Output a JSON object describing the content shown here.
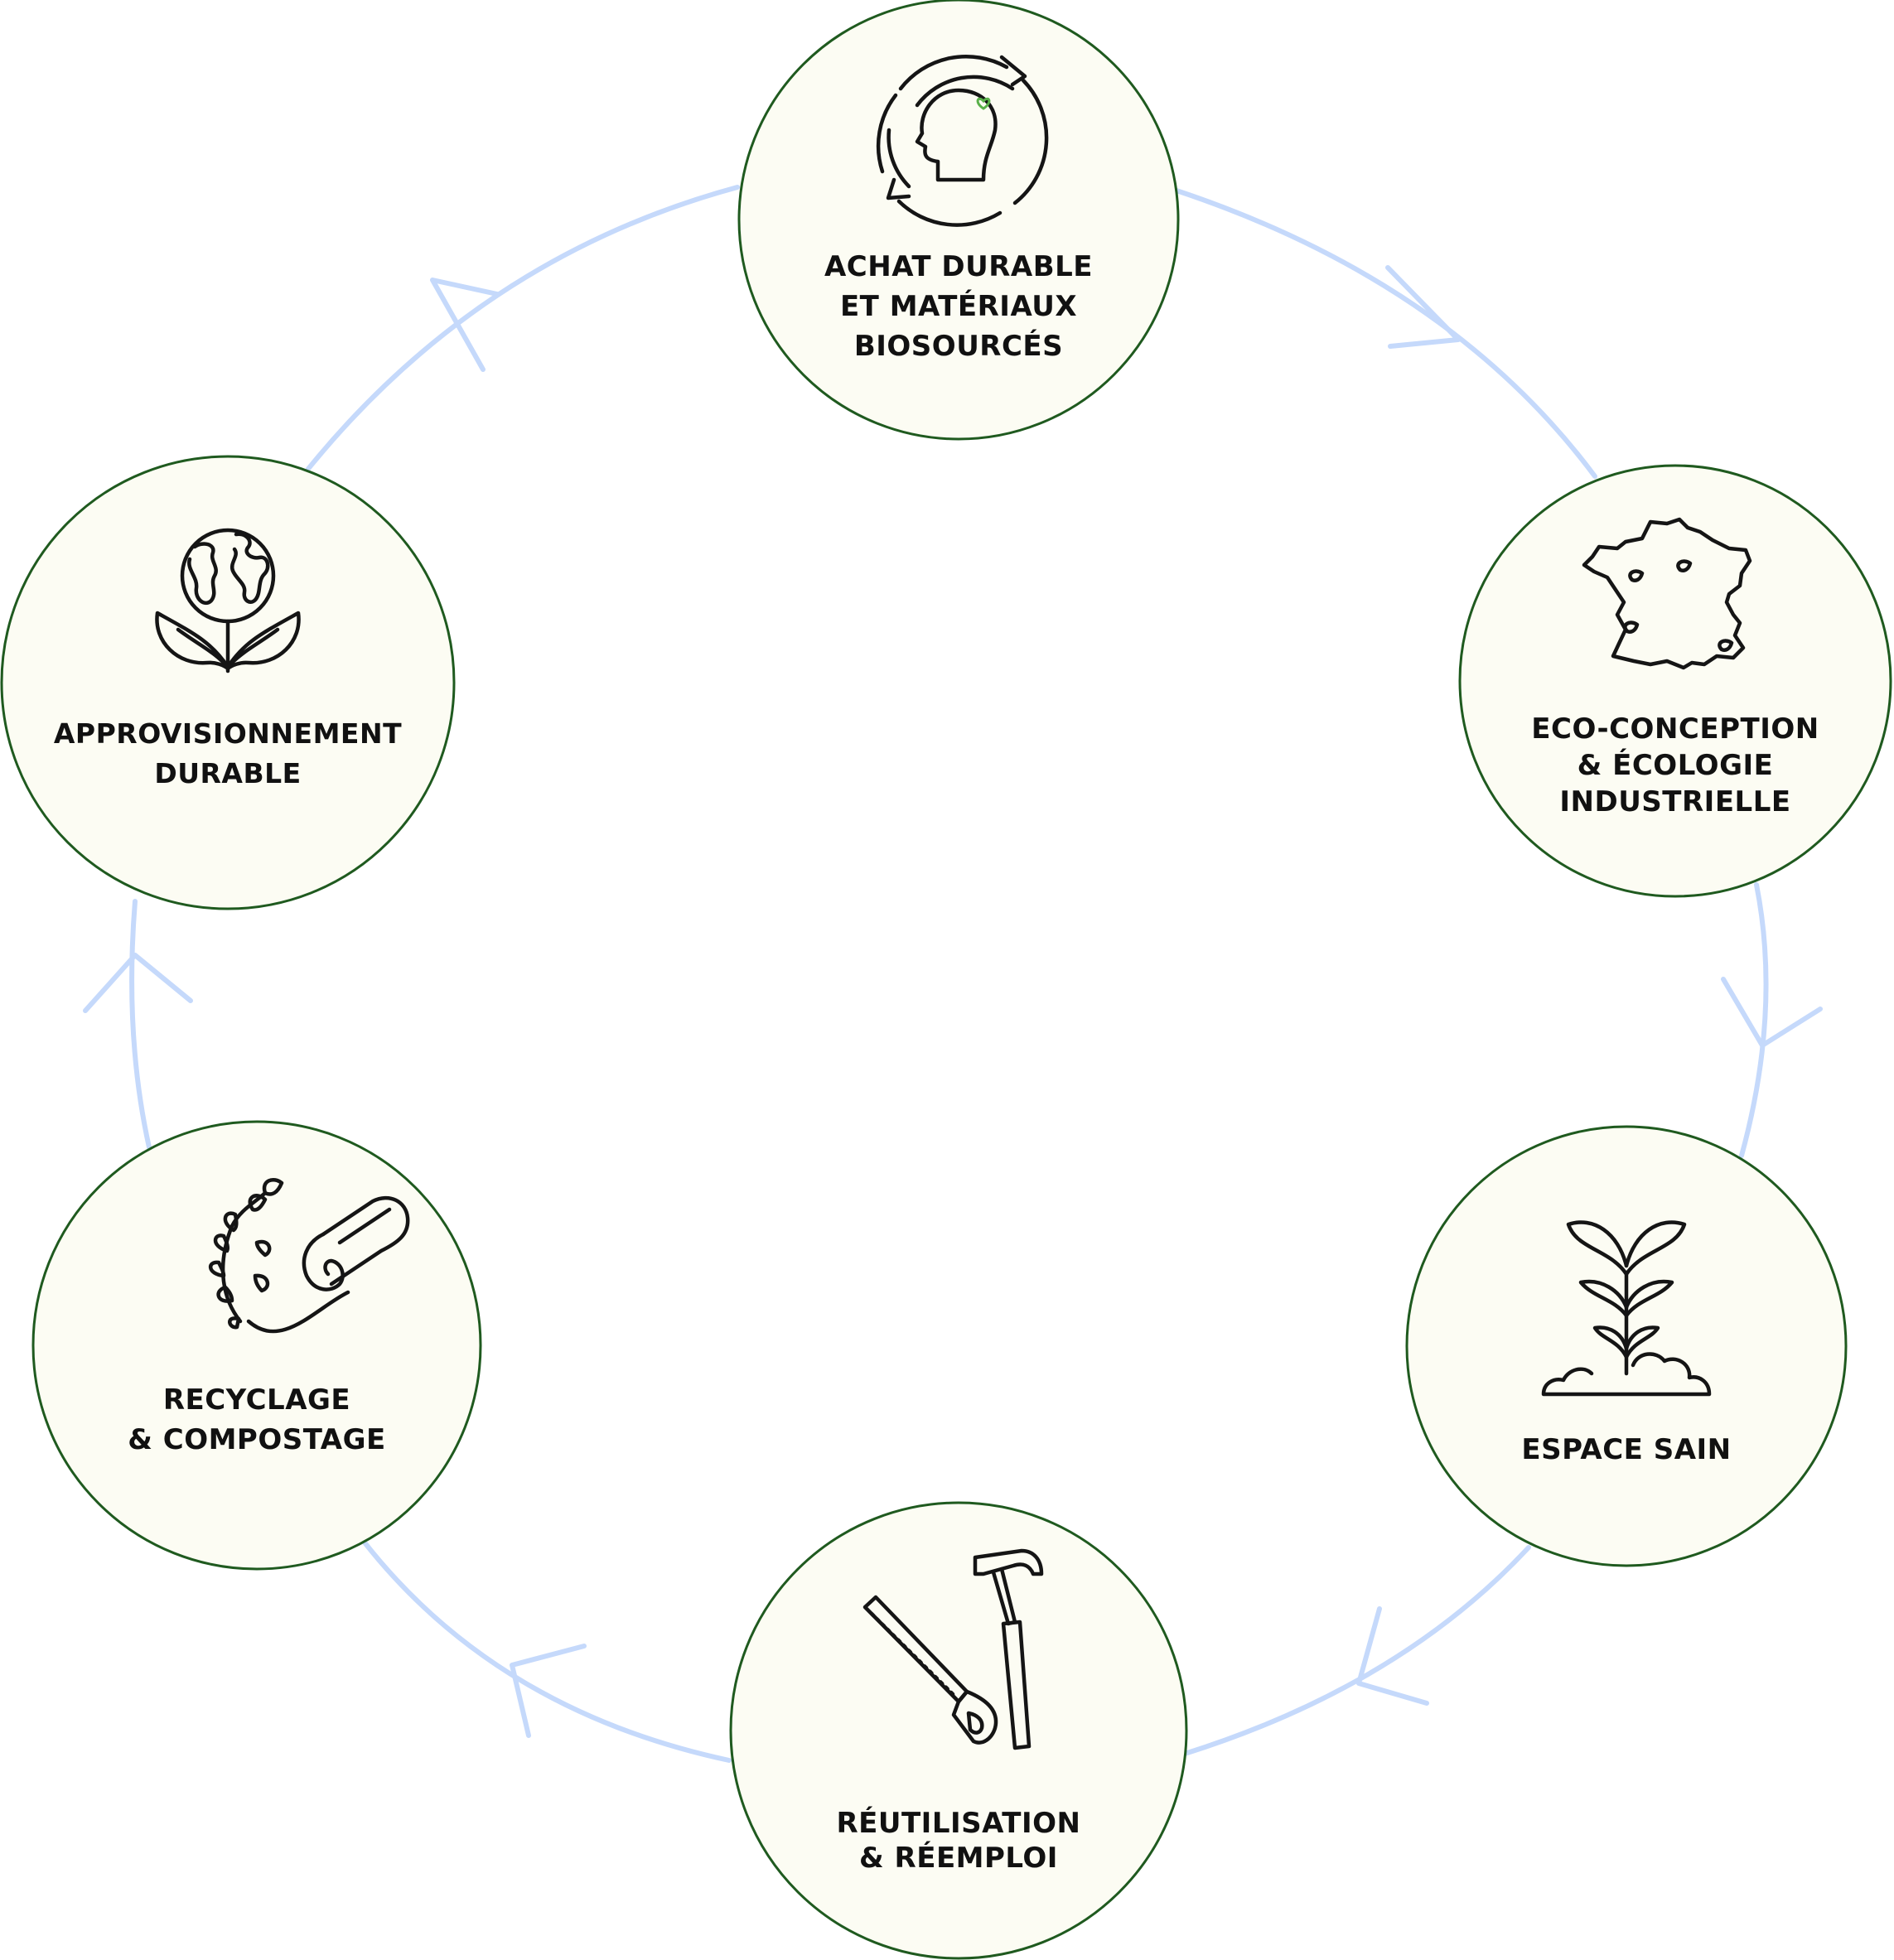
{
  "diagram": {
    "type": "cycle",
    "colors": {
      "arc": "#c5d9fb",
      "node_fill": "#fcfcf3",
      "node_stroke": "#1f5a1f",
      "text": "#111111",
      "accent": "#5ab04a"
    },
    "nodes": [
      {
        "id": "achat",
        "icon": "head-recycle-icon",
        "lines": [
          "ACHAT DURABLE",
          "ET MATÉRIAUX",
          "BIOSOURCÉS"
        ]
      },
      {
        "id": "eco",
        "icon": "france-map-leaves-icon",
        "lines": [
          "ECO-CONCEPTION",
          "& ÉCOLOGIE",
          "INDUSTRIELLE"
        ]
      },
      {
        "id": "espace",
        "icon": "plant-sprout-icon",
        "lines": [
          "ESPACE SAIN"
        ]
      },
      {
        "id": "reutilisation",
        "icon": "saw-hammer-icon",
        "lines": [
          "RÉUTILISATION",
          "& RÉEMPLOI"
        ]
      },
      {
        "id": "recyclage",
        "icon": "branch-roll-icon",
        "lines": [
          "RECYCLAGE",
          "& COMPOSTAGE"
        ]
      },
      {
        "id": "appro",
        "icon": "earth-flower-icon",
        "lines": [
          "APPROVISIONNEMENT",
          "DURABLE"
        ]
      }
    ],
    "flow_direction": "clockwise"
  }
}
